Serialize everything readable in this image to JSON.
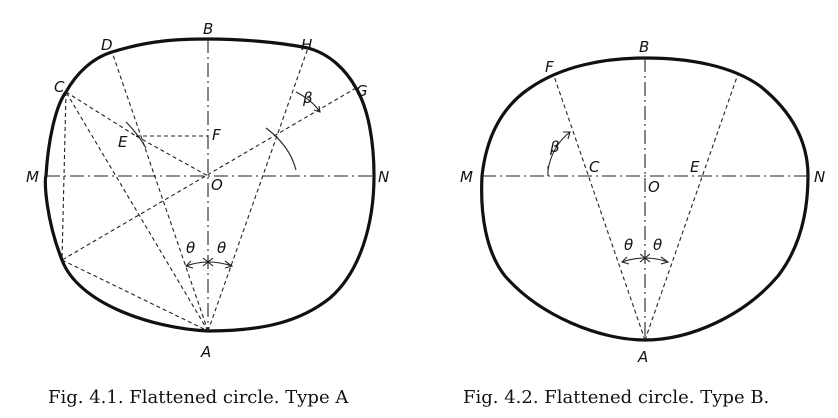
{
  "figure_a": {
    "caption": "Fig. 4.1.   Flattened circle.  Type A",
    "points": {
      "A": "A",
      "B": "B",
      "C": "C",
      "D": "D",
      "E": "E",
      "F": "F",
      "G": "G",
      "H": "H",
      "M": "M",
      "N": "N",
      "O": "O"
    },
    "angles": {
      "theta_left": "θ",
      "theta_right": "θ",
      "beta": "β"
    }
  },
  "figure_b": {
    "caption": "Fig. 4.2.   Flattened circle.  Type B.",
    "points": {
      "A": "A",
      "B": "B",
      "C": "C",
      "E": "E",
      "F": "F",
      "M": "M",
      "N": "N",
      "O": "O"
    },
    "angles": {
      "theta_left": "θ",
      "theta_right": "θ",
      "beta": "β"
    }
  }
}
